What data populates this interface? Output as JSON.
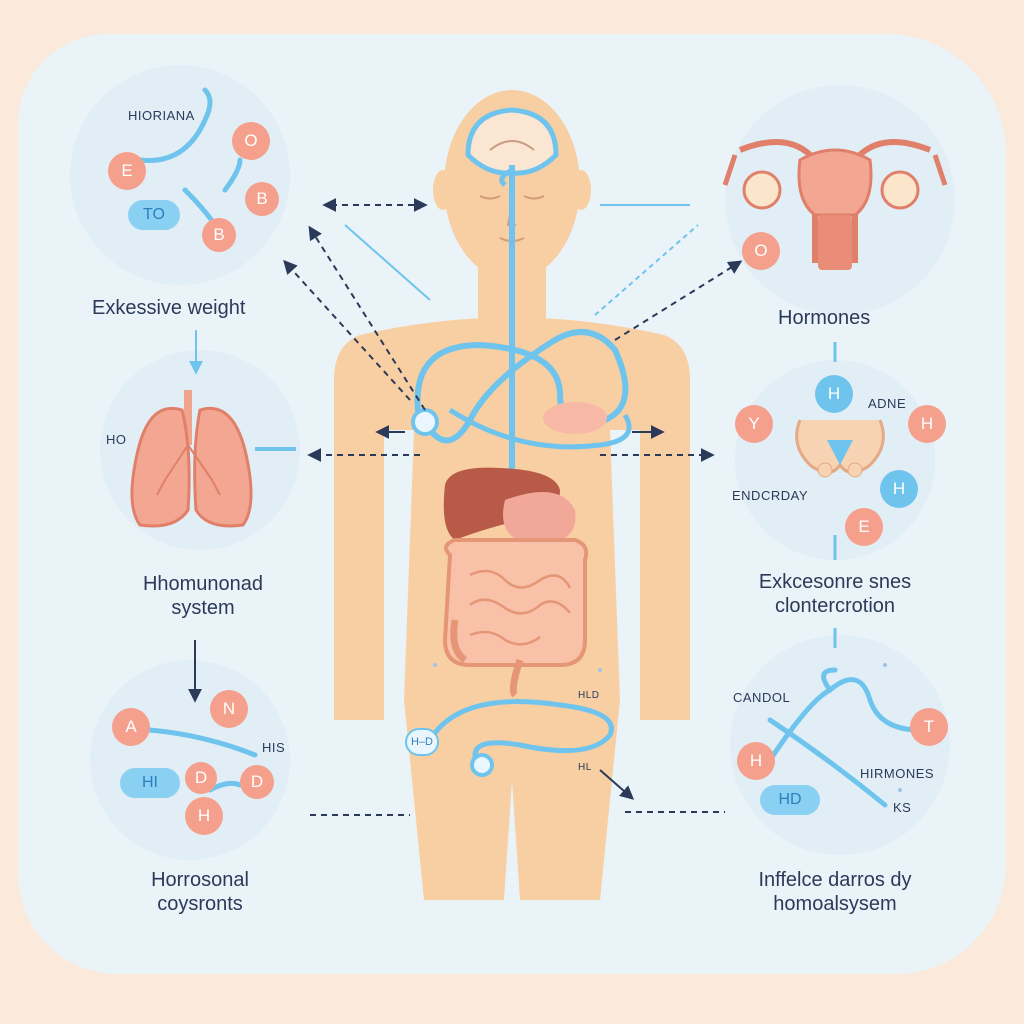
{
  "labels": {
    "excessive_weight": "Exkessive weight",
    "hormones": "Hormones",
    "hormonal_system_line1": "Hhomunonad",
    "hormonal_system_line2": "system",
    "excess_line1": "Exkcesonre snes",
    "excess_line2": "clontercrotion",
    "horrosonal_line1": "Horrosonal",
    "horrosonal_line2": "coysronts",
    "inffelce_line1": "Inffelce darros dy",
    "inffelce_line2": "homoalsysem"
  },
  "small_labels": {
    "hiorlana": "HIORIANA",
    "ho": "HO",
    "adne": "ADNE",
    "endcrday": "ENDCRDAY",
    "candol": "CANDOL",
    "hirmones": "HIRMONES",
    "his": "HIS",
    "ks": "KS",
    "hlo_top": "HLD",
    "hlo_bottom": "HL",
    "hd_pill": "H–D"
  },
  "bubbles": {
    "tl_o": "O",
    "tl_e": "E",
    "tl_b1": "B",
    "tl_to": "TO",
    "tl_b2": "B",
    "tr_o": "O",
    "mr_h1": "H",
    "mr_y": "Y",
    "mr_h2": "H",
    "mr_h3": "H",
    "mr_e": "E",
    "bl_a": "A",
    "bl_n": "N",
    "bl_hi": "HI",
    "bl_d1": "D",
    "bl_d2": "D",
    "bl_h": "H",
    "br_t": "T",
    "br_h": "H",
    "br_hd": "HD"
  },
  "colors": {
    "background": "#fbeadb",
    "panel": "#eaf3f8",
    "skin": "#f8cfa3",
    "blue_line": "#6fc4ee",
    "coral": "#f4a08d",
    "text": "#2c3a5a"
  },
  "icons": [
    "lungs-icon",
    "uterus-icon",
    "thyroid-icon",
    "liver-icon",
    "intestine-icon",
    "brain-icon"
  ]
}
